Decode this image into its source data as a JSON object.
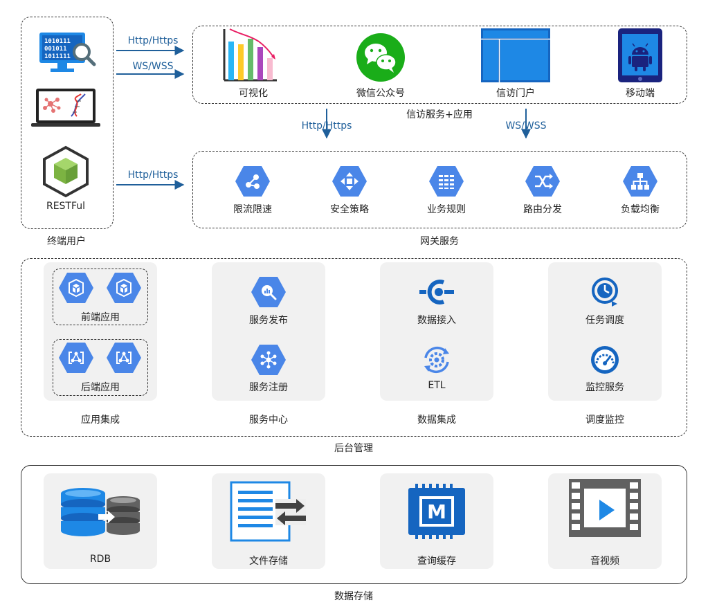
{
  "terminal": {
    "label": "终端用户",
    "restful": "RESTFul"
  },
  "protocols": {
    "http1": "Http/Https",
    "ws1": "WS/WSS",
    "http2": "Http/Https",
    "http_down": "Http/Https",
    "ws_down": "WS/WSS"
  },
  "access": {
    "group_label": "信访服务+应用",
    "items": [
      {
        "label": "可视化"
      },
      {
        "label": "微信公众号"
      },
      {
        "label": "信访门户"
      },
      {
        "label": "移动端"
      }
    ]
  },
  "gateway": {
    "group_label": "网关服务",
    "items": [
      {
        "label": "限流限速"
      },
      {
        "label": "安全策略"
      },
      {
        "label": "业务规则"
      },
      {
        "label": "路由分发"
      },
      {
        "label": "负载均衡"
      }
    ]
  },
  "backend": {
    "group_label": "后台管理",
    "app_integration": {
      "label": "应用集成",
      "frontend": "前端应用",
      "backend": "后端应用"
    },
    "service_center": {
      "label": "服务中心",
      "publish": "服务发布",
      "register": "服务注册"
    },
    "data_integration": {
      "label": "数据集成",
      "ingest": "数据接入",
      "etl": "ETL"
    },
    "schedule_monitor": {
      "label": "调度监控",
      "schedule": "任务调度",
      "monitor": "监控服务"
    }
  },
  "storage": {
    "group_label": "数据存储",
    "items": [
      {
        "label": "RDB"
      },
      {
        "label": "文件存储"
      },
      {
        "label": "查询缓存"
      },
      {
        "label": "音视频"
      }
    ]
  },
  "colors": {
    "hex_blue": "#4a86e8",
    "dark_blue": "#1565c0",
    "card_bg": "#f1f1f1",
    "wechat_green": "#1aad19",
    "protocol_text": "#1f5f9a"
  }
}
